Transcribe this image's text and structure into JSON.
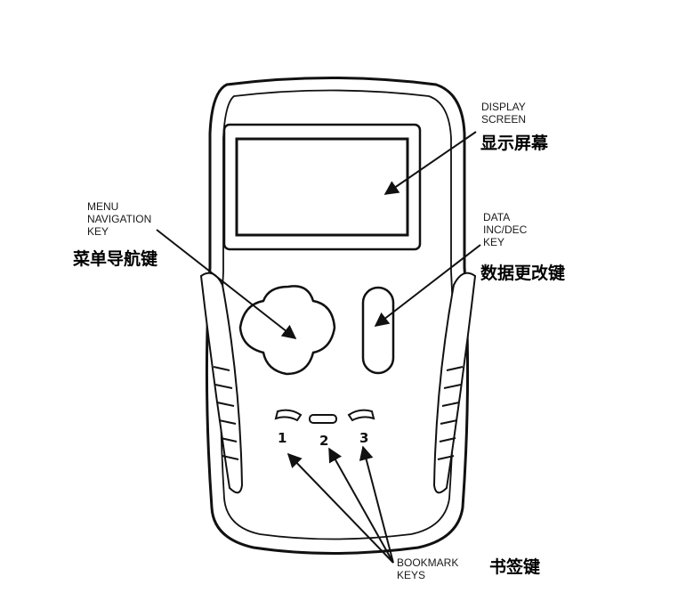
{
  "labels": {
    "display": {
      "line1": "DISPLAY",
      "line2": "SCREEN",
      "zh": "显示屏幕"
    },
    "menu_nav": {
      "line1": "MENU",
      "line2": "NAVIGATION",
      "line3": "KEY",
      "zh": "菜单导航键"
    },
    "data_key": {
      "line1": "DATA",
      "line2": "INC/DEC",
      "line3": "KEY",
      "zh": "数据更改键"
    },
    "bookmark": {
      "line1": "BOOKMARK",
      "line2": "KEYS",
      "zh": "书签键"
    }
  },
  "bookmark_numbers": [
    "1",
    "2",
    "3"
  ],
  "colors": {
    "stroke": "#111111",
    "text": "#1a1a1a"
  }
}
